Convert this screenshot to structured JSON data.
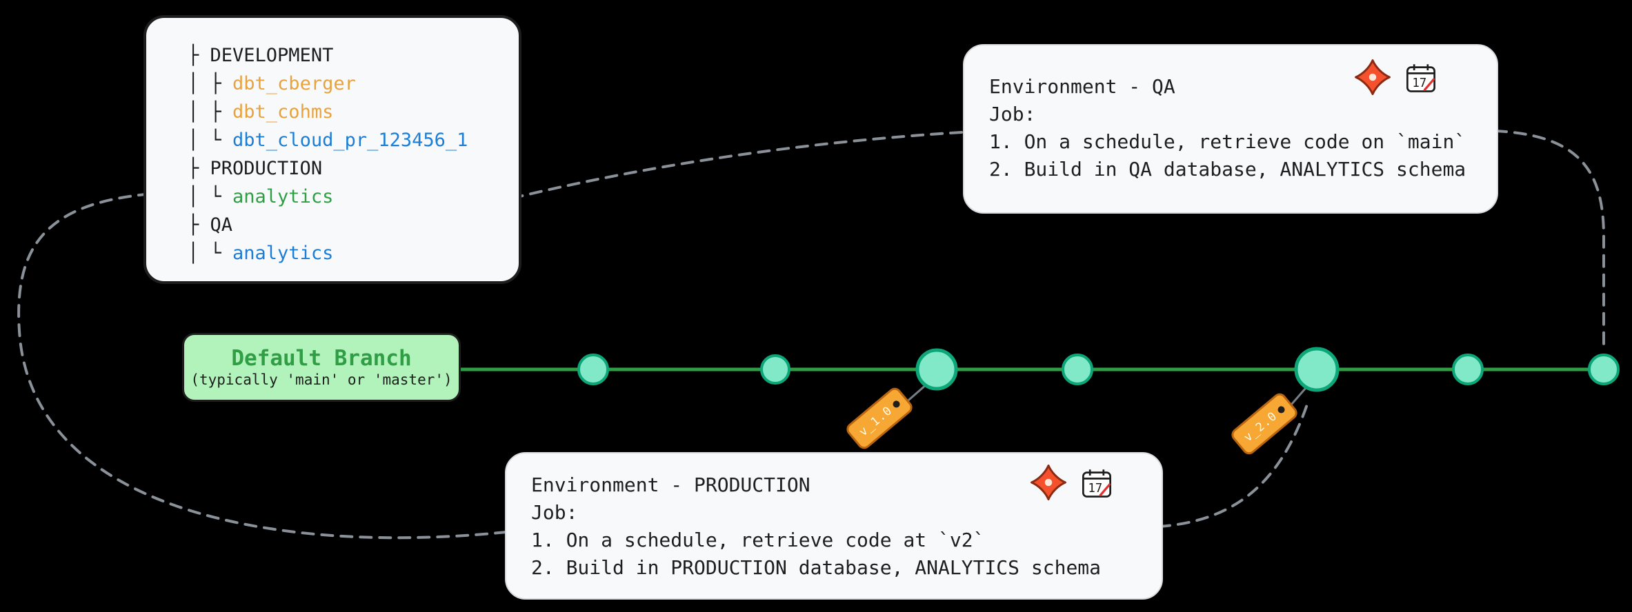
{
  "diagram_title": "dbt Cloud environments and git branch diagram",
  "colors": {
    "background": "#000000",
    "card_bg": "#f8f9fa",
    "card_border": "#1e1e1e",
    "tree_env_text": "#1e1e1e",
    "dev_schema_orange": "#e8a33d",
    "pr_schema_blue": "#1c7ed6",
    "prod_schema_green": "#2f9e44",
    "qa_schema_blue": "#1c7ed6",
    "branch_line_green": "#2f9e44",
    "branch_box_fill": "#b2f2bb",
    "commit_fill": "#82e9c8",
    "commit_stroke": "#0ca678",
    "tag_fill": "#f7a733",
    "dashed_connector": "#8a9199",
    "dbt_icon_orange": "#f4512c"
  },
  "tree": {
    "rows": [
      {
        "prefix": "├ ",
        "label": "DEVELOPMENT"
      },
      {
        "prefix": "│ ├ ",
        "label": "dbt_cberger"
      },
      {
        "prefix": "│ ├ ",
        "label": "dbt_cohms"
      },
      {
        "prefix": "│ └ ",
        "label": "dbt_cloud_pr_123456_1"
      },
      {
        "prefix": "├ ",
        "label": "PRODUCTION"
      },
      {
        "prefix": "│ └ ",
        "label": "analytics"
      },
      {
        "prefix": "├ ",
        "label": "QA"
      },
      {
        "prefix": "│ └ ",
        "label": "analytics"
      }
    ]
  },
  "qa_card": {
    "title": "Environment - QA",
    "job_label": "Job:",
    "line1": "1. On a schedule, retrieve code on `main`",
    "line2": "2. Build in QA database, ANALYTICS schema",
    "calendar_day": "17",
    "icons": [
      "dbt-icon",
      "calendar-icon"
    ]
  },
  "prod_card": {
    "title": "Environment - PRODUCTION",
    "job_label": "Job:",
    "line1": "1. On a schedule, retrieve code at `v2`",
    "line2": "2. Build in PRODUCTION database, ANALYTICS schema",
    "calendar_day": "17",
    "icons": [
      "dbt-icon",
      "calendar-icon"
    ]
  },
  "branch": {
    "title": "Default Branch",
    "subtitle": "(typically 'main' or 'master')",
    "commit_count": 7
  },
  "tags": {
    "tag1": "v_1.0",
    "tag2": "v_2.0"
  }
}
